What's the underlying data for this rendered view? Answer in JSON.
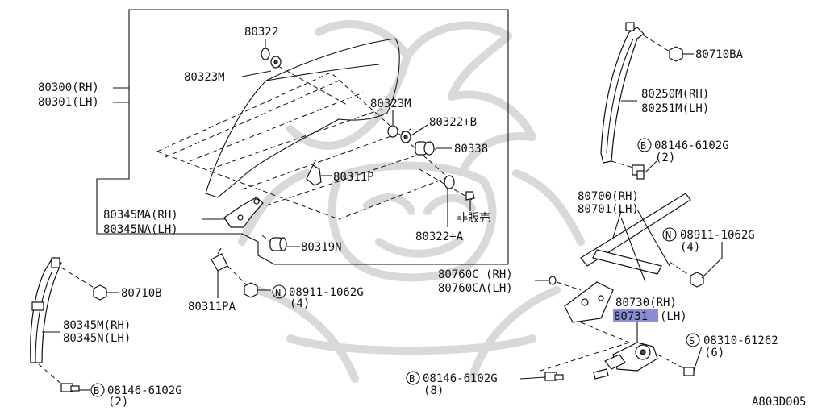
{
  "diagram": {
    "code": "A803D005",
    "labels": {
      "p80322_top": "80322",
      "p80323M_top": "80323M",
      "p80300": "80300(RH)",
      "p80301": "80301(LH)",
      "p80323M_mid": "80323M",
      "p80322B": "80322+B",
      "p80338": "80338",
      "p80311P": "80311P",
      "p80345MA": "80345MA(RH)",
      "p80345NA": "80345NA(LH)",
      "p80319N": "80319N",
      "p80322A": "80322+A",
      "hihanbai": "非販売",
      "p80710BA": "80710BA",
      "p80250M": "80250M(RH)",
      "p80251M": "80251M(LH)",
      "b_top": "08146-6102G",
      "b_top_qty": "(2)",
      "p80700": "80700(RH)",
      "p80701": "80701(LH)",
      "n_right": "08911-1062G",
      "n_right_qty": "(4)",
      "p80760C": "80760C (RH)",
      "p80760CA": "80760CA(LH)",
      "p80730": "80730(RH)",
      "p80731": "80731",
      "p80731_side": "(LH)",
      "s_right": "08310-61262",
      "s_right_qty": "(6)",
      "b_mid": "08146-6102G",
      "b_mid_qty": "(8)",
      "p80710B": "80710B",
      "p80345M": "80345M(RH)",
      "p80345N": "80345N(LH)",
      "b_left": "08146-6102G",
      "b_left_qty": "(2)",
      "p80311PA": "80311PA",
      "n_mid": "08911-1062G",
      "n_mid_qty": "(4)"
    },
    "symbols": {
      "bolt": "B",
      "nut": "N",
      "screw": "S"
    }
  }
}
